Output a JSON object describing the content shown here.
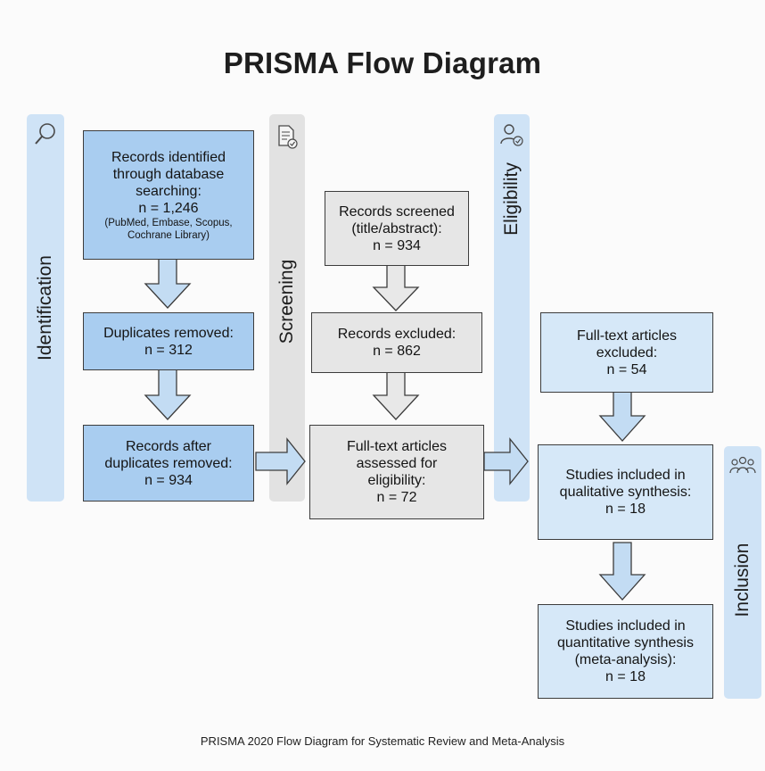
{
  "title": "PRISMA Flow Diagram",
  "caption": "PRISMA 2020 Flow Diagram for Systematic Review and Meta-Analysis",
  "colors": {
    "phase_blue": "#cfe3f6",
    "phase_gray": "#e2e2e2",
    "box_blue": "#a9cdf0",
    "box_gray": "#e6e6e6",
    "box_light": "#d6e8f8",
    "outline": "#3c3c3c"
  },
  "phases": {
    "identification": {
      "label": "Identification",
      "icon": "magnifier-icon"
    },
    "screening": {
      "label": "Screening",
      "icon": "document-check-icon"
    },
    "eligibility": {
      "label": "Eligibility",
      "icon": "user-check-icon"
    },
    "inclusion": {
      "label": "Inclusion",
      "icon": "group-icon"
    }
  },
  "boxes": {
    "identified": {
      "lines": [
        "Records identified",
        "through database",
        "searching:",
        "n = 1,246"
      ],
      "note": [
        "(PubMed, Embase, Scopus,",
        "Cochrane Library)"
      ]
    },
    "duplicates": {
      "lines": [
        "Duplicates removed:",
        "n = 312"
      ]
    },
    "after_duplicates": {
      "lines": [
        "Records after",
        "duplicates removed:",
        "n = 934"
      ]
    },
    "screened": {
      "lines": [
        "Records screened",
        "(title/abstract):",
        "n = 934"
      ]
    },
    "excluded": {
      "lines": [
        "Records excluded:",
        "n = 862"
      ]
    },
    "fulltext_assessed": {
      "lines": [
        "Full-text articles",
        "assessed for",
        "eligibility:",
        "n = 72"
      ]
    },
    "fulltext_excluded": {
      "lines": [
        "Full-text articles",
        "excluded:",
        "n = 54"
      ]
    },
    "qualitative": {
      "lines": [
        "Studies included in",
        "qualitative synthesis:",
        "n = 18"
      ]
    },
    "quantitative": {
      "lines": [
        "Studies included in",
        "quantitative synthesis",
        "(meta-analysis):",
        "n = 18"
      ]
    }
  }
}
